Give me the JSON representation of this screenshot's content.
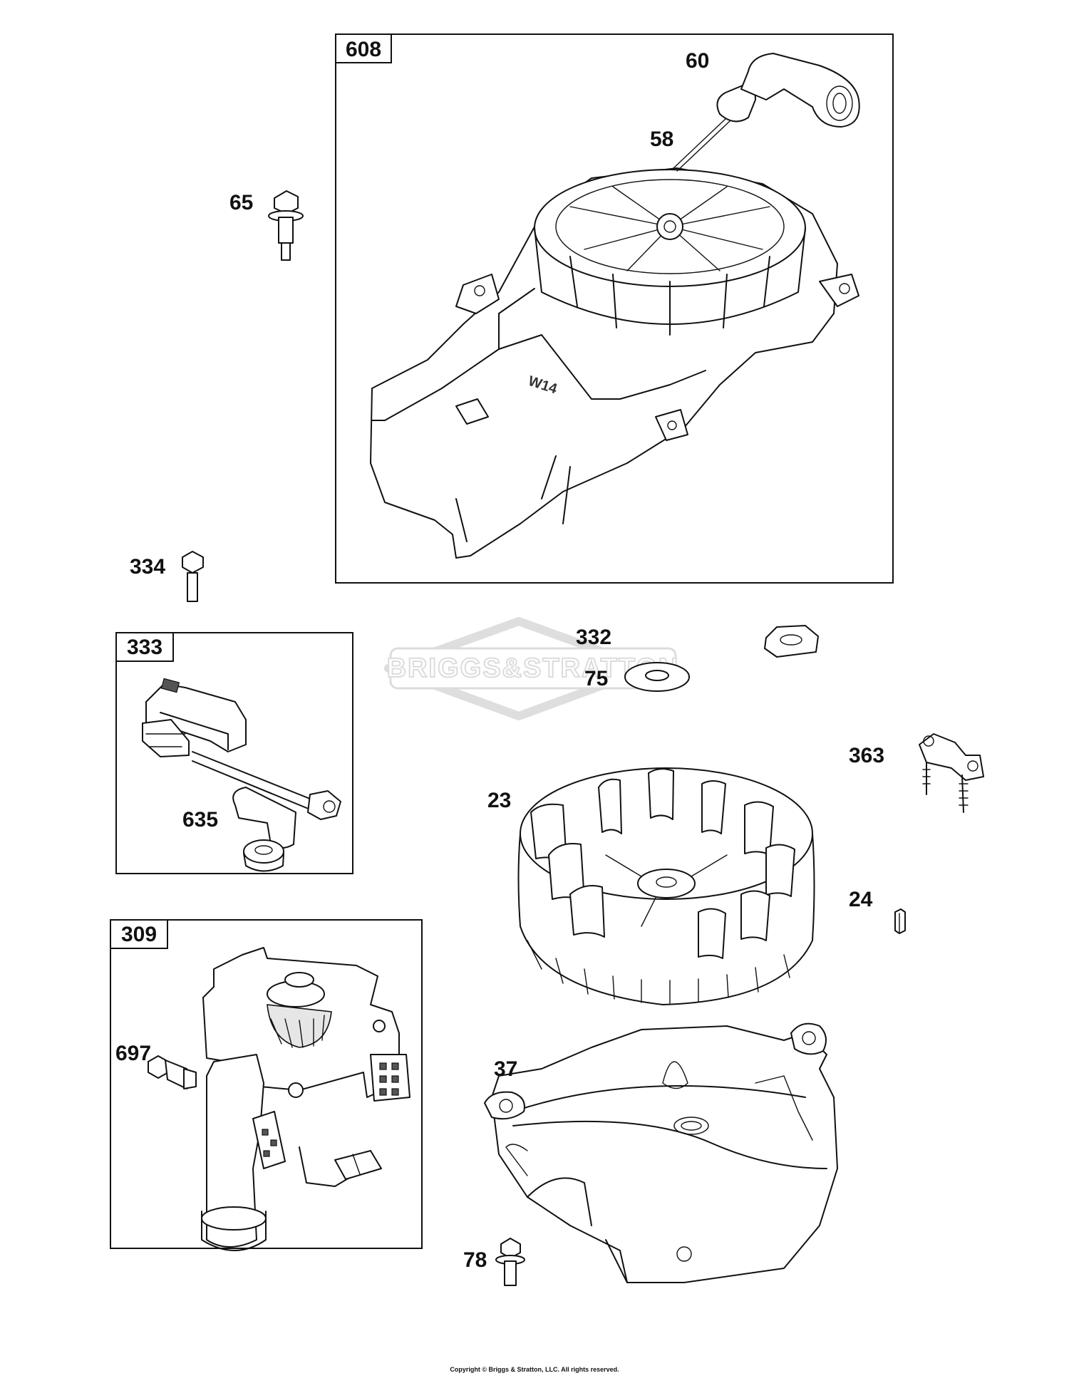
{
  "watermark": {
    "text": "BRIGGS&STRATTON"
  },
  "groups": {
    "g608": "608",
    "g333": "333",
    "g309": "309"
  },
  "parts": {
    "p60": "60",
    "p58": "58",
    "p65": "65",
    "p334": "334",
    "p332": "332",
    "p75": "75",
    "p363": "363",
    "p23": "23",
    "p24": "24",
    "p635": "635",
    "p697": "697",
    "p37": "37",
    "p78": "78"
  },
  "stamp": "W14",
  "copyright": "Copyright © Briggs & Stratton, LLC. All rights reserved."
}
